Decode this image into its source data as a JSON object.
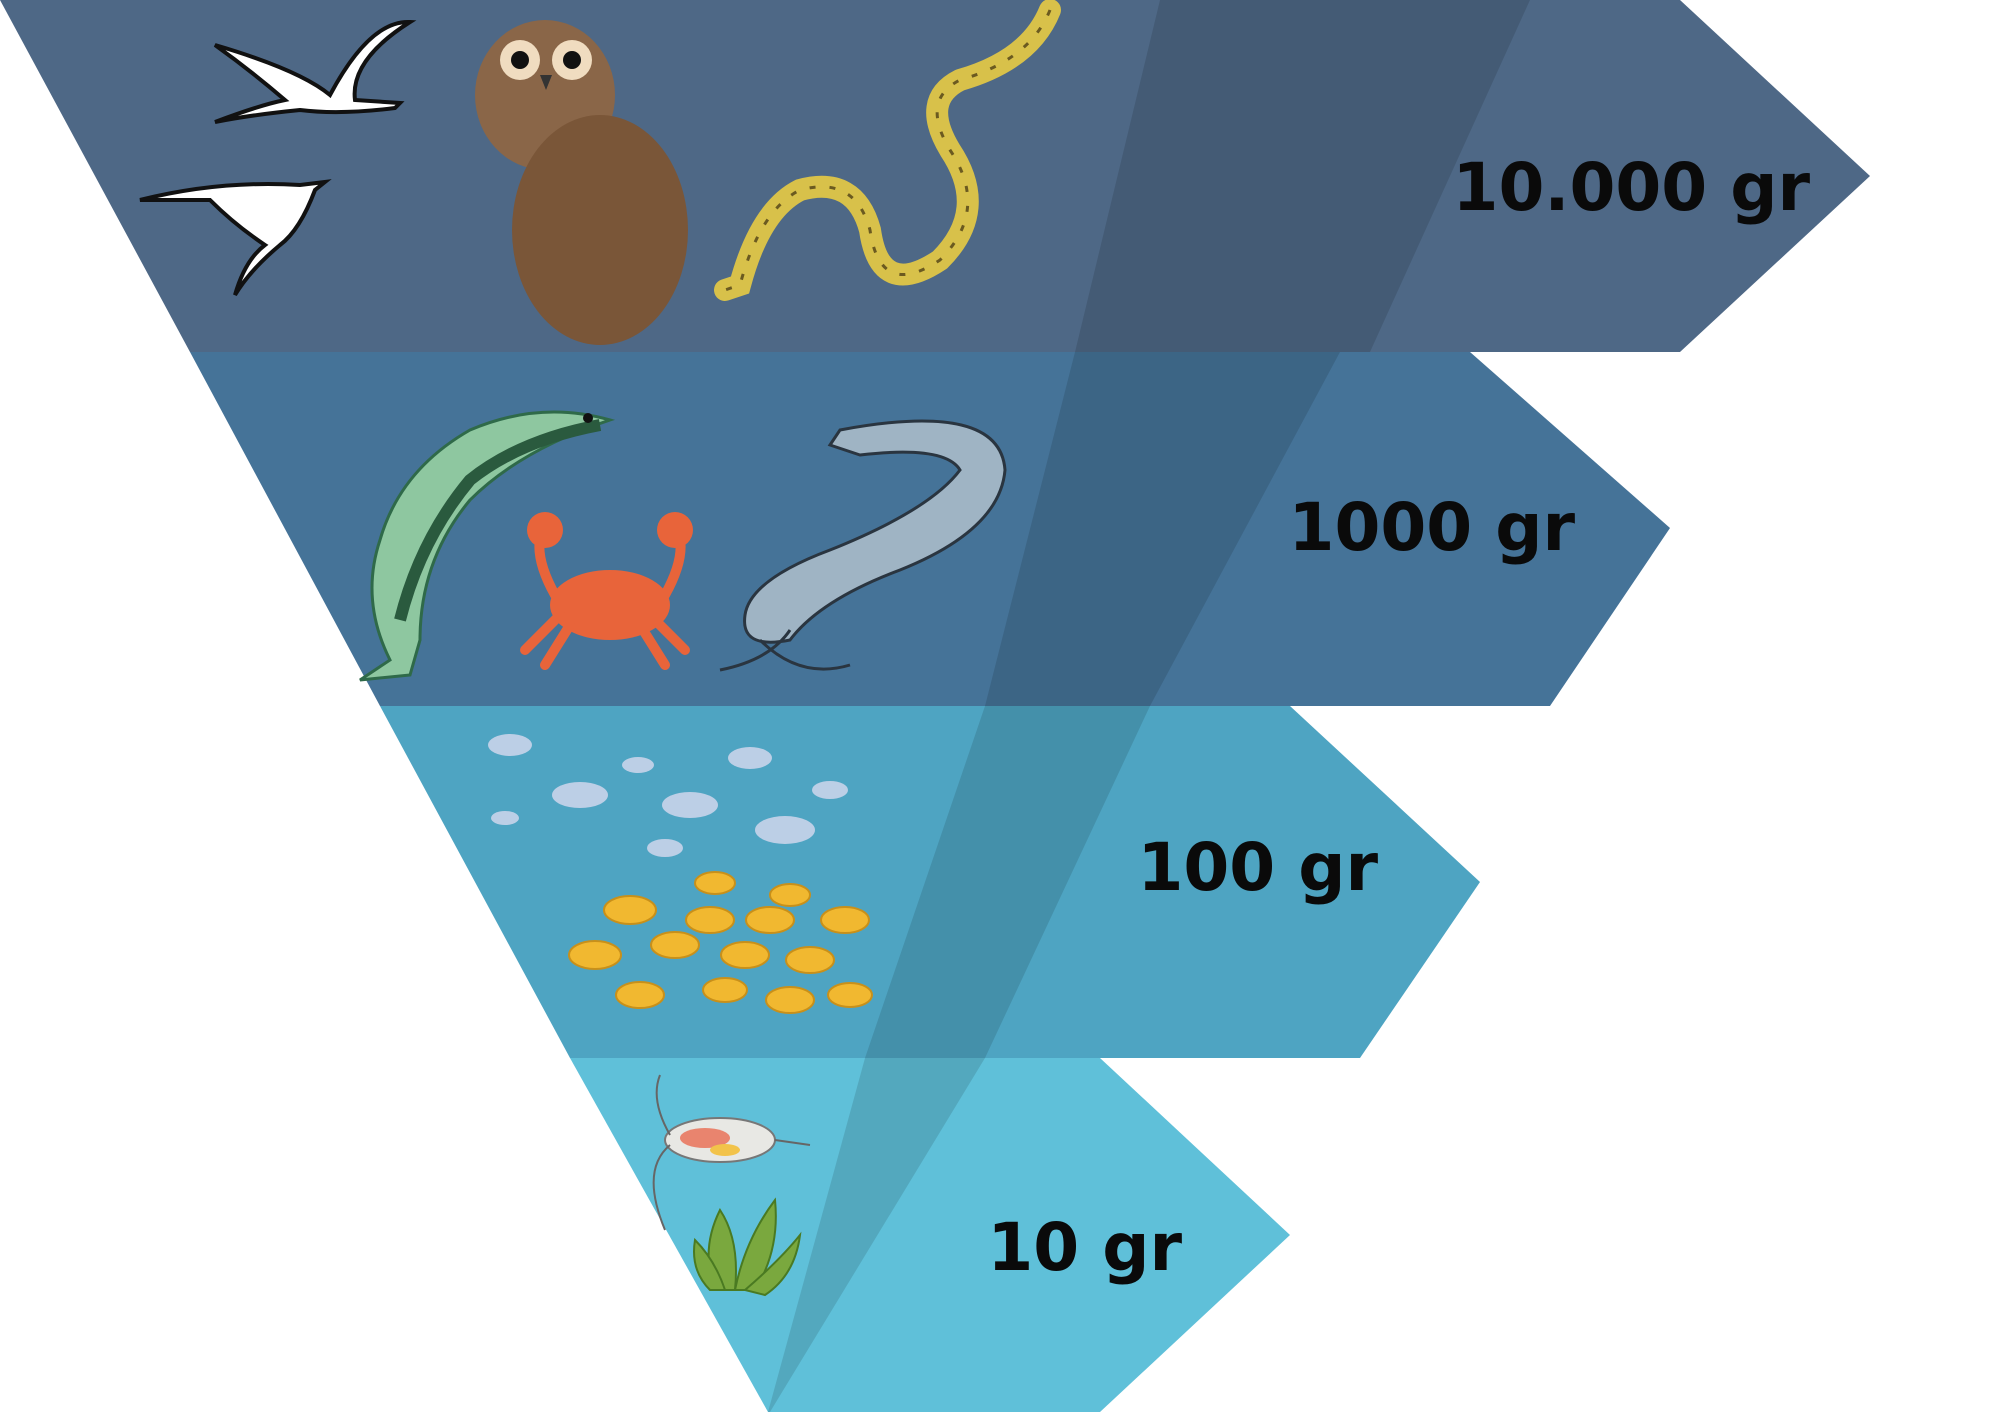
{
  "levels": [
    {
      "label": "10.000 gr",
      "color": "#4e6886",
      "organisms": [
        "seagull-icon",
        "owl-icon",
        "snake-icon"
      ]
    },
    {
      "label": "1000 gr",
      "color": "#457398",
      "organisms": [
        "bass-fish-icon",
        "crab-icon",
        "catfish-icon"
      ]
    },
    {
      "label": "100 gr",
      "color": "#4ea4c2",
      "organisms": [
        "small-fish-school-icon",
        "yellow-fish-school-icon"
      ]
    },
    {
      "label": "10 gr",
      "color": "#5fc0d9",
      "organisms": [
        "zooplankton-icon",
        "seaweed-icon"
      ]
    }
  ]
}
